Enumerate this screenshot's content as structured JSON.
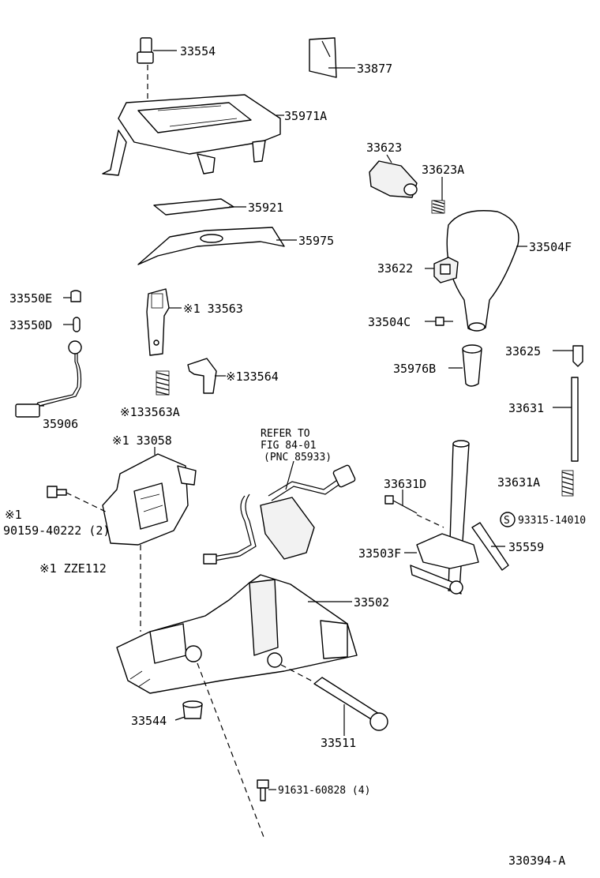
{
  "labels": {
    "p33554": "33554",
    "p33877": "33877",
    "p35971A": "35971A",
    "p33623": "33623",
    "p33623A": "33623A",
    "p35921": "35921",
    "p35975": "35975",
    "p33504F": "33504F",
    "p33622": "33622",
    "p33550E": "33550E",
    "p33550D": "33550D",
    "p33563": "※1 33563",
    "p33504C": "33504C",
    "p33625": "33625",
    "p35976B": "35976B",
    "p33564": "※133564",
    "p35906": "35906",
    "p33563A": "※133563A",
    "p33631": "33631",
    "p33058": "※1 33058",
    "refer_line1": "REFER TO",
    "refer_line2": "FIG 84-01",
    "refer_line3": "(PNC 85933)",
    "p33631D": "33631D",
    "p33631A": "33631A",
    "note_mark": "※1",
    "p90159": "90159-40222 (2)",
    "p93315_mark": "S",
    "p93315": "93315-14010",
    "p33503F": "33503F",
    "p35559": "35559",
    "zze_note": "※1  ZZE112",
    "p33502": "33502",
    "p33544": "33544",
    "p33511": "33511",
    "p91631": "91631-60828 (4)",
    "figure_id": "330394-A"
  }
}
